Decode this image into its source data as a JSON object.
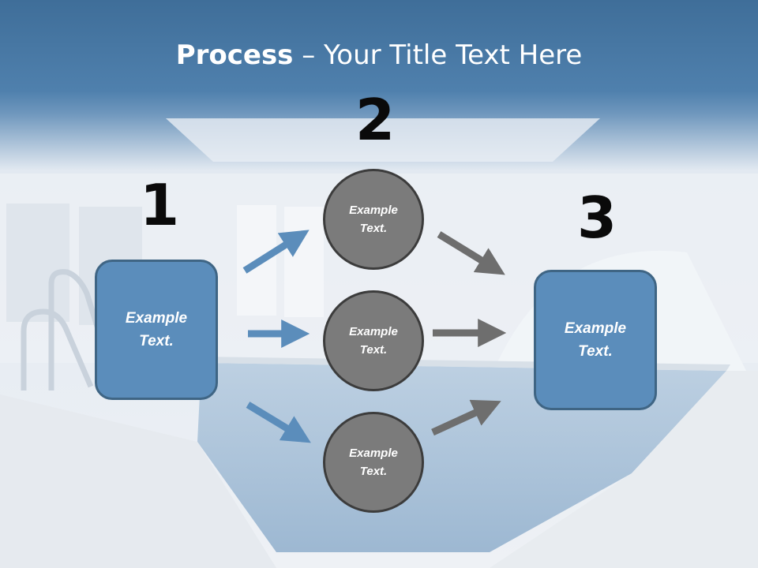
{
  "title": {
    "bold": "Process",
    "rest": " – Your Title Text Here"
  },
  "steps": {
    "one": "1",
    "two": "2",
    "three": "3"
  },
  "boxes": {
    "left": "Example\nText.",
    "right": "Example\nText."
  },
  "circles": {
    "top": "Example\nText.",
    "middle": "Example\nText.",
    "bottom": "Example\nText."
  },
  "colors": {
    "header": "#4f80ad",
    "box": "#5b8dbb",
    "circle": "#7b7b7b",
    "arrow_blue": "#5b8dbb",
    "arrow_gray": "#6e6e6e"
  }
}
